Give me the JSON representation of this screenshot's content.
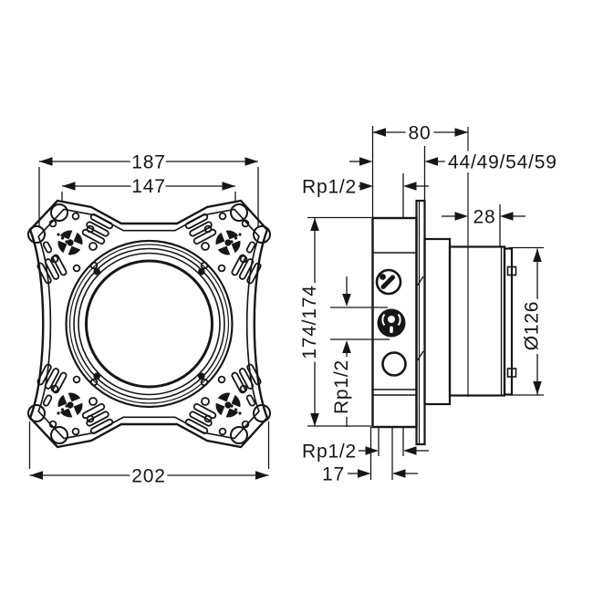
{
  "colors": {
    "line": "#161616",
    "background": "#ffffff"
  },
  "front_view": {
    "dims": {
      "width_upper": "187",
      "width_inner": "147",
      "width_overall": "202"
    }
  },
  "side_view": {
    "dims": {
      "depth_total": "80",
      "installation_depths": "44/49/54/59",
      "connection_top": "Rp1/2",
      "protrusion": "28",
      "height": "174/174",
      "connection_mid": "Rp1/2",
      "diameter": "Ø126",
      "connection_bottom": "Rp1/2",
      "offset_bottom": "17"
    },
    "icons": {
      "port_top": "hand-shower-icon",
      "port_middle": "overhead-shower-icon",
      "port_bottom": "plain-port-icon"
    }
  }
}
